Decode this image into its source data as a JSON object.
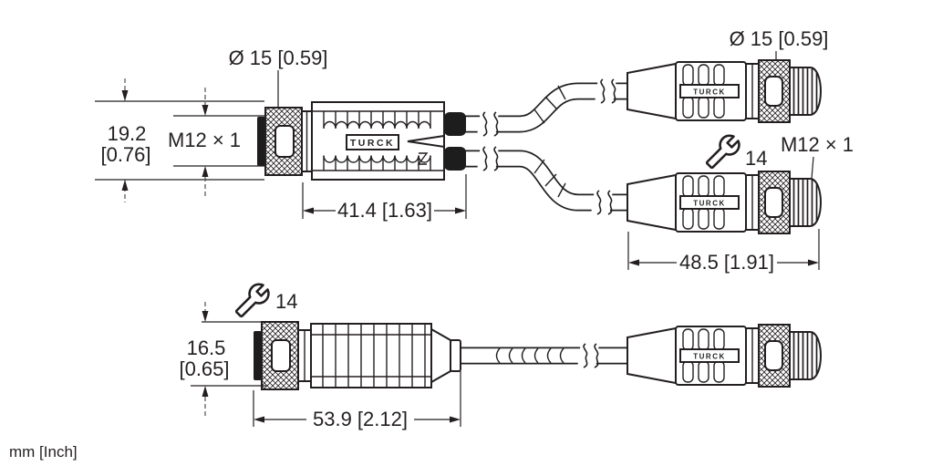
{
  "drawing": {
    "units_note": "mm [Inch]",
    "brand": "TURCK",
    "icons": {
      "wrench": "open-end-wrench"
    },
    "line_color": "#231f20",
    "splitter": {
      "diameter_label": "Ø 15 [0.59]",
      "height_mm": "19.2",
      "height_inch": "[0.76]",
      "thread_label": "M12 × 1",
      "body_length_label": "41.4 [1.63]"
    },
    "branch_connector": {
      "diameter_label": "Ø 15 [0.59]",
      "wrench_size": "14",
      "thread_label": "M12 × 1",
      "length_label": "48.5 [1.91]"
    },
    "single_connector": {
      "wrench_size": "14",
      "height_mm": "16.5",
      "height_inch": "[0.65]",
      "length_label": "53.9 [2.12]"
    }
  }
}
